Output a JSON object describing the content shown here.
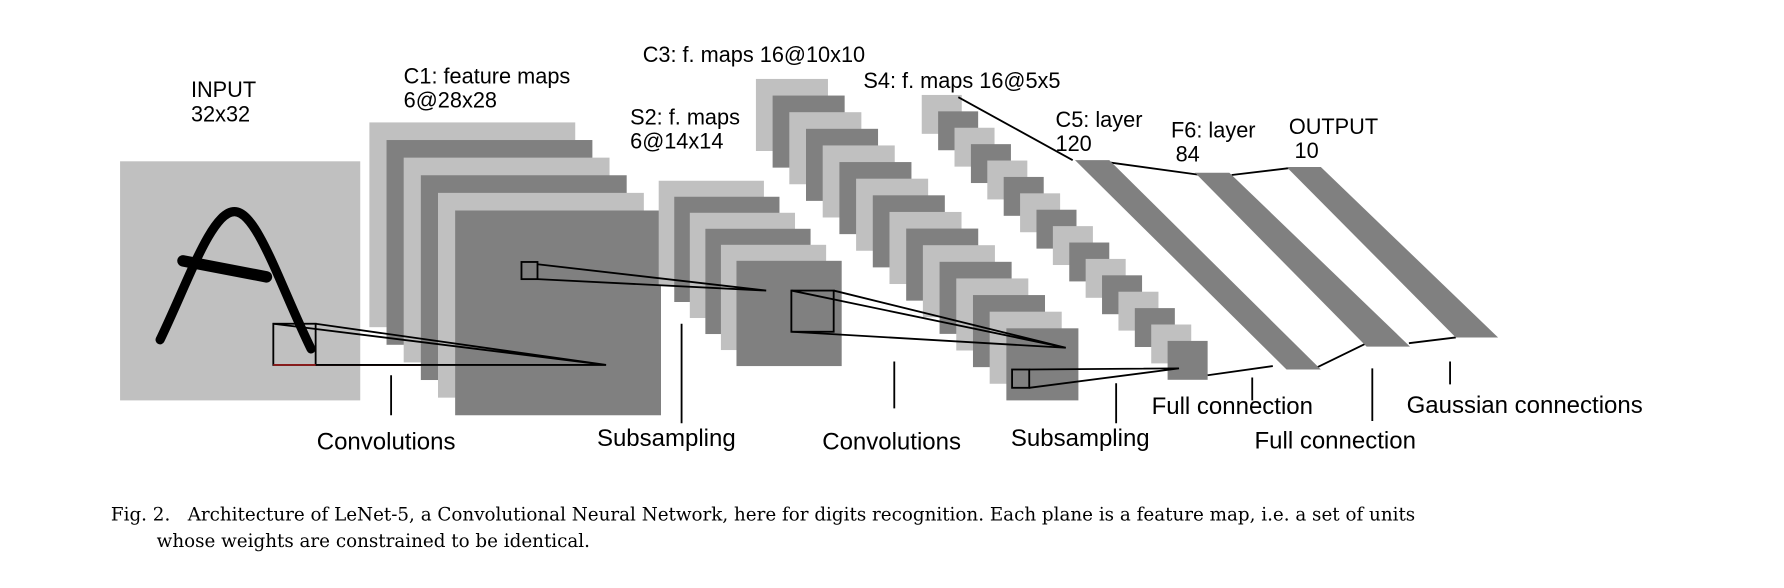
{
  "colors": {
    "light": "#c0c0c0",
    "dark": "#808080",
    "line": "#000000",
    "accent_line": "#8b1a1a"
  },
  "layers": {
    "input": {
      "title": "INPUT",
      "size": "32x32"
    },
    "c1": {
      "title": "C1: feature maps",
      "size": "6@28x28",
      "maps": 6
    },
    "s2": {
      "title": "S2: f. maps",
      "size": "6@14x14",
      "maps": 6
    },
    "c3": {
      "title": "C3: f. maps 16@10x10",
      "maps": 16
    },
    "s4": {
      "title": "S4: f. maps 16@5x5",
      "maps": 16
    },
    "c5": {
      "title": "C5: layer",
      "size": "120"
    },
    "f6": {
      "title": "F6: layer",
      "size": "84"
    },
    "output": {
      "title": "OUTPUT",
      "size": "10"
    }
  },
  "operations": {
    "op1": "Convolutions",
    "op2": "Subsampling",
    "op3": "Convolutions",
    "op4": "Subsampling",
    "op5": "Full connection",
    "op6": "Full connection",
    "op7": "Gaussian connections"
  },
  "caption": {
    "line1": "Fig. 2.   Architecture of LeNet-5, a Convolutional Neural Network, here for digits recognition. Each plane is a feature map, i.e. a set of units",
    "line2": "whose weights are constrained to be identical."
  }
}
